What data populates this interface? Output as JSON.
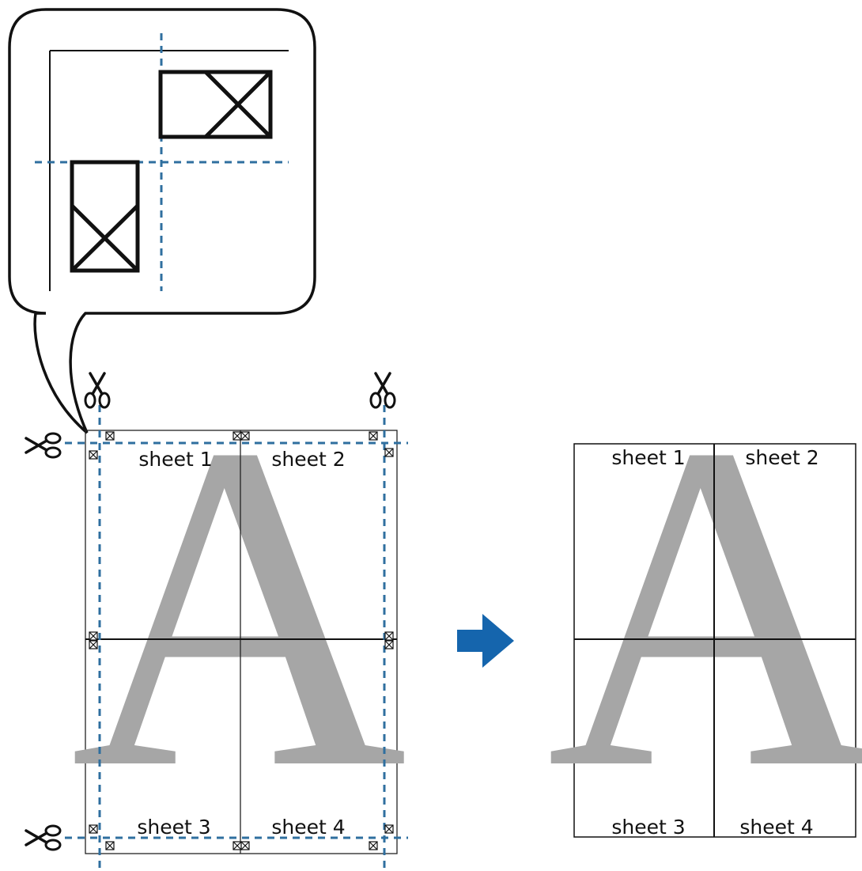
{
  "left_page": {
    "sheet_labels": [
      "sheet 1",
      "sheet 2",
      "sheet 3",
      "sheet 4"
    ],
    "watermark_letter": "A"
  },
  "right_page": {
    "sheet_labels": [
      "sheet 1",
      "sheet 2",
      "sheet 3",
      "sheet 4"
    ],
    "watermark_letter": "A"
  },
  "colors": {
    "cut_line": "#2f6f9f",
    "arrow": "#1565ad",
    "watermark": "#a6a6a6"
  },
  "icons": {
    "cut_marker": "scissors-icon",
    "transition": "arrow-right-icon"
  }
}
